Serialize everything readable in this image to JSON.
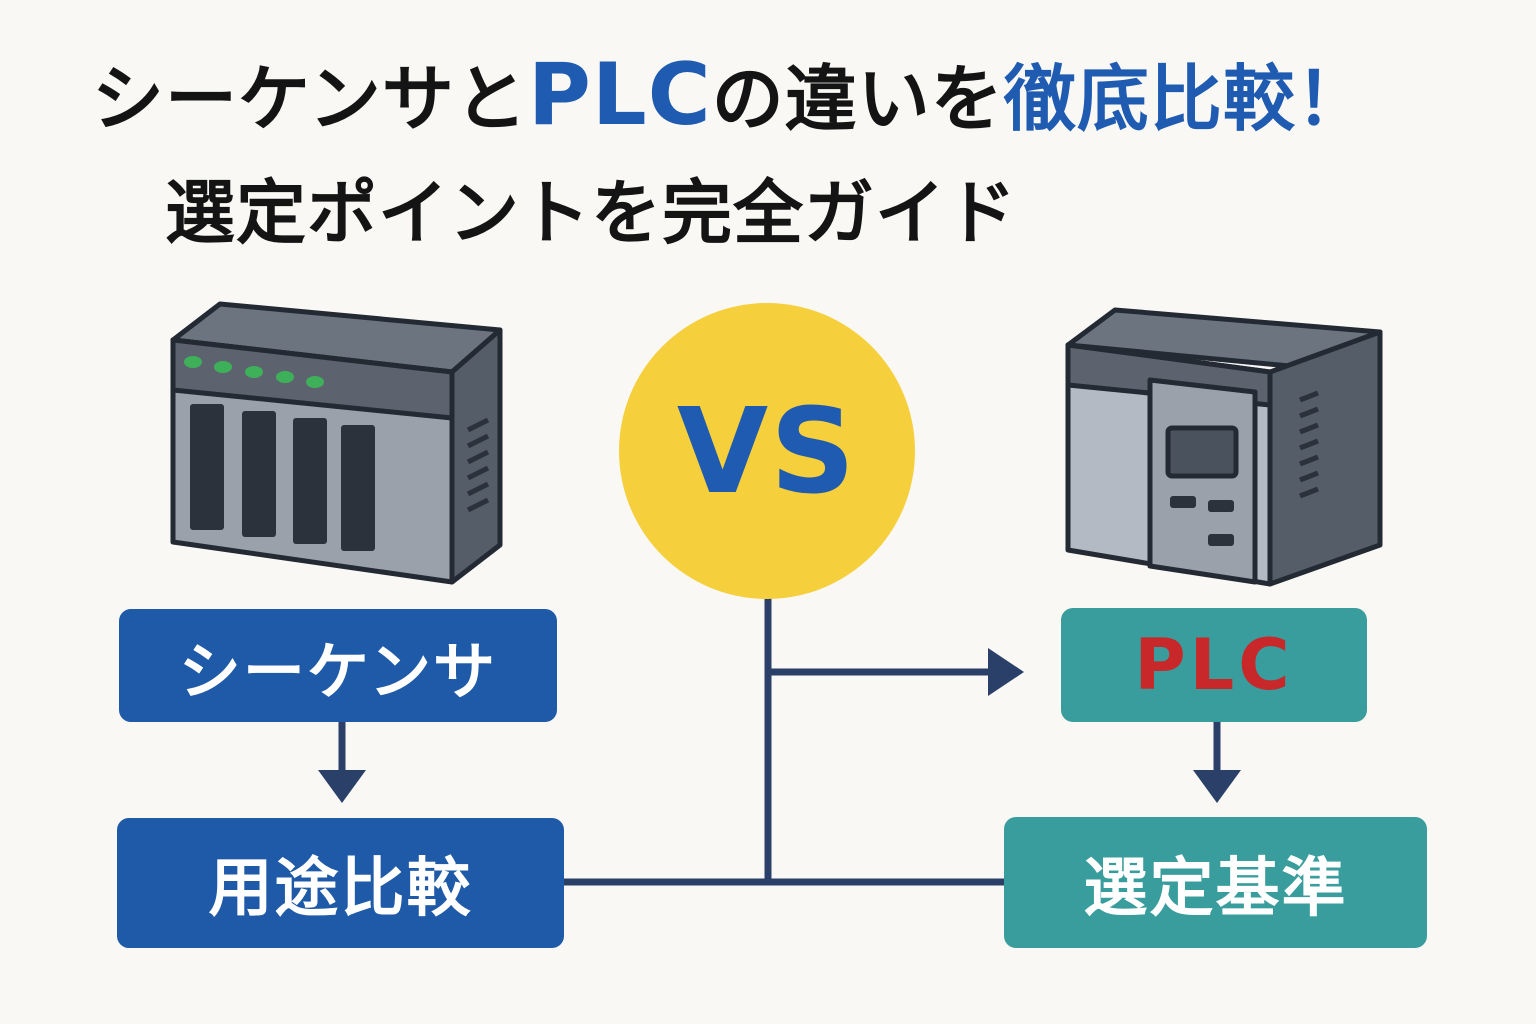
{
  "title": {
    "line1": {
      "part1": "シーケンサと",
      "part2": "PLC",
      "part3": "の違いを",
      "part4": "徹底比較！"
    },
    "line2": "選定ポイントを完全ガイド"
  },
  "vs": {
    "label": "VS"
  },
  "nodes": {
    "sequencer": "シーケンサ",
    "usage_comparison": "用途比較",
    "plc": "PLC",
    "selection_criteria": "選定基準"
  },
  "colors": {
    "title_text": "#141414",
    "accent_blue": "#1f5bb0",
    "box_blue": "#1e5aa7",
    "box_teal": "#3a9d9d",
    "plc_label_red": "#c8282a",
    "vs_yellow": "#f6cf3c",
    "connector": "#2a4068",
    "background": "#f9f8f5"
  },
  "icons": {
    "left_device": "sequencer-hardware-icon",
    "right_device": "plc-hardware-icon"
  }
}
